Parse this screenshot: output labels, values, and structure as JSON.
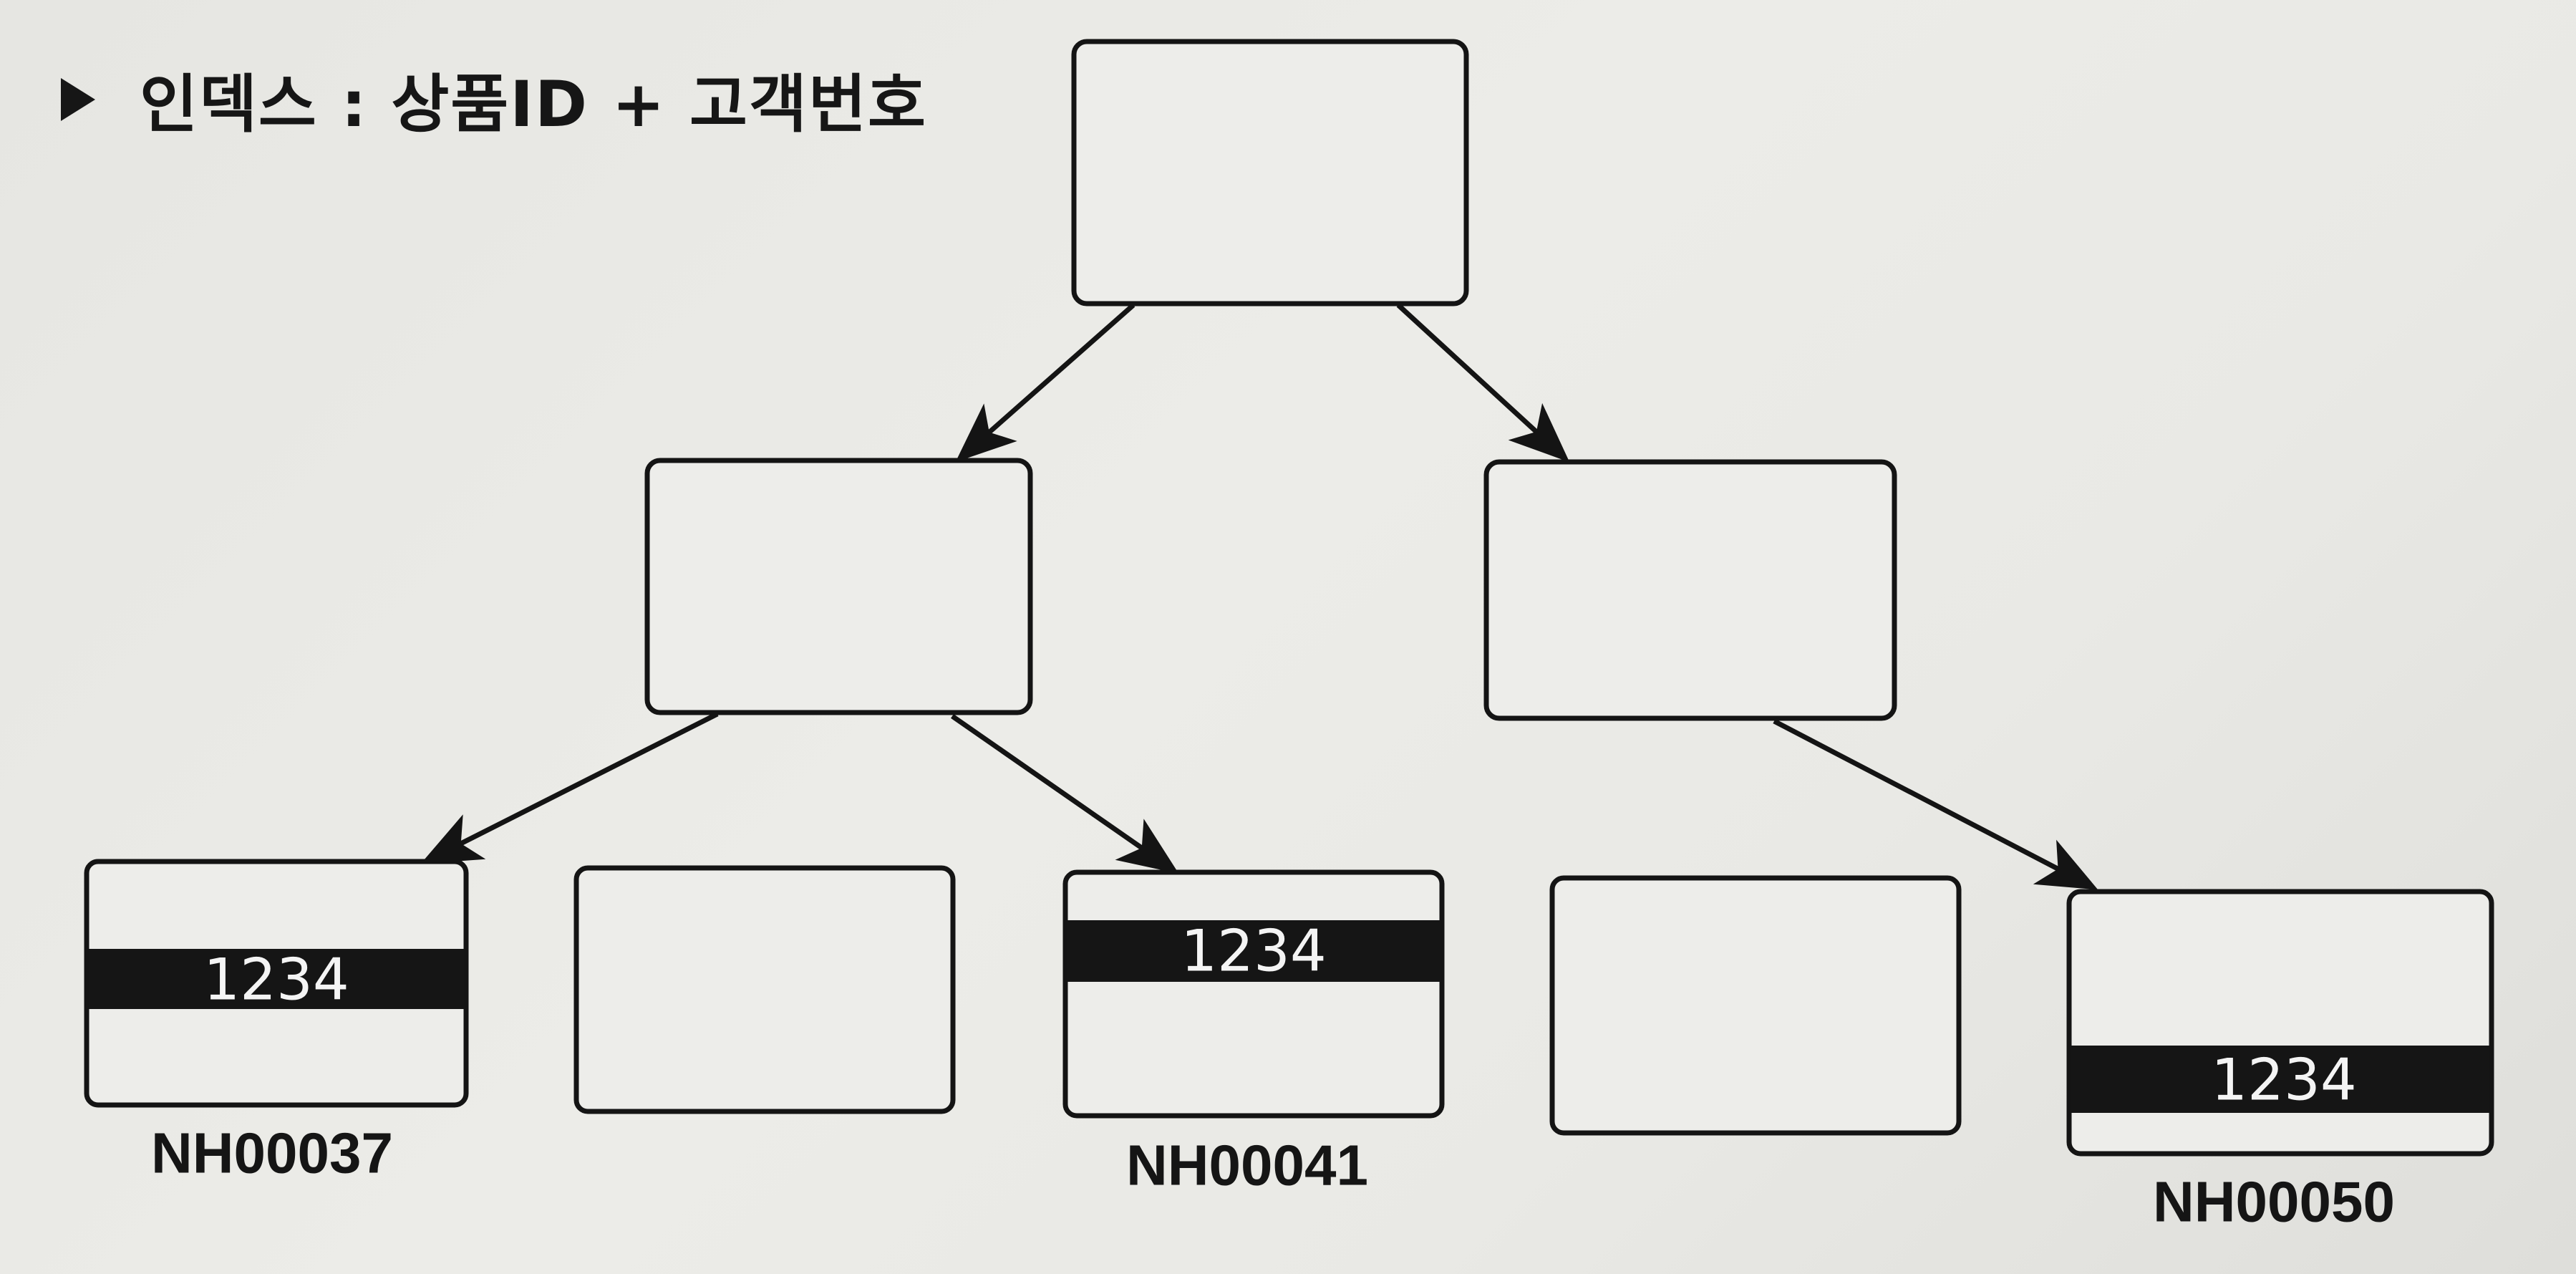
{
  "heading": {
    "text": "인덱스 : 상품ID + 고객번호"
  },
  "diagram": {
    "type": "b-tree-index",
    "nodes": [
      {
        "id": "root",
        "level": 0
      },
      {
        "id": "branch-left",
        "level": 1,
        "parent": "root"
      },
      {
        "id": "branch-right",
        "level": 1,
        "parent": "root"
      },
      {
        "id": "leaf-1",
        "level": 2,
        "parent": "branch-left",
        "band_text": "1234",
        "band_position": "middle",
        "label": "NH00037"
      },
      {
        "id": "leaf-2",
        "level": 2
      },
      {
        "id": "leaf-3",
        "level": 2,
        "parent": "branch-left",
        "band_text": "1234",
        "band_position": "upper",
        "label": "NH00041"
      },
      {
        "id": "leaf-4",
        "level": 2
      },
      {
        "id": "leaf-5",
        "level": 2,
        "parent": "branch-right",
        "band_text": "1234",
        "band_position": "lower",
        "label": "NH00050"
      }
    ]
  }
}
